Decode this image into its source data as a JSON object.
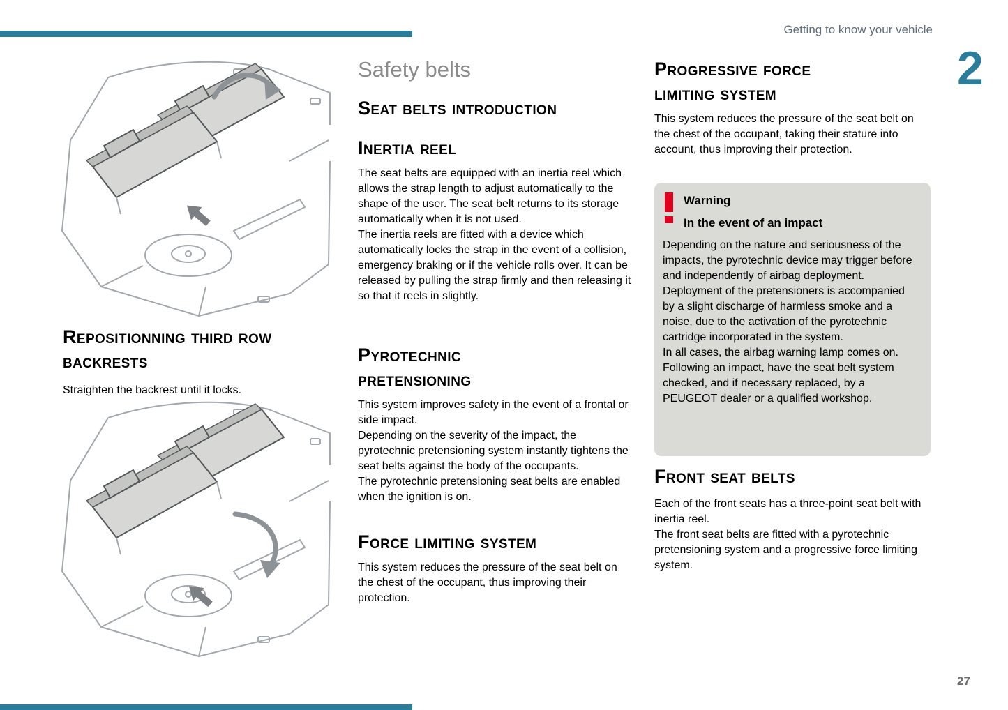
{
  "header": {
    "breadcrumb": "Getting to know your vehicle",
    "chapter_number": "2"
  },
  "footer": {
    "page_number": "27"
  },
  "colors": {
    "accent_teal": "#2b7e9b",
    "warning_red": "#e1001e",
    "warning_box_bg": "#dadad7",
    "title_gray": "#8b8b8b"
  },
  "left_column": {
    "illustration_1": "third-row-seats-fold-up-arrow-illustration",
    "illustration_2": "third-row-seats-fold-down-arrow-illustration",
    "heading_line1": "Repositionning third row",
    "heading_line2": "backrests",
    "caption": "Straighten the backrest until it locks."
  },
  "middle_column": {
    "title": "Safety belts",
    "intro_heading": "Seat belts introduction",
    "inertia": {
      "heading": "Inertia reel",
      "paragraphs": [
        "The seat belts are equipped with an inertia reel which allows the strap length to adjust automatically to the shape of the user. The seat belt returns to its storage automatically when it is not used.",
        "The inertia reels are fitted with a device which automatically locks the strap in the event of a collision, emergency braking or if the vehicle rolls over. It can be released by pulling the strap firmly and then releasing it so that it reels in slightly."
      ]
    },
    "pyrotechnic": {
      "heading_line1": "Pyrotechnic",
      "heading_line2": "pretensioning",
      "paragraphs": [
        "This system improves safety in the event of a frontal or side impact.",
        "Depending on the severity of the impact, the pyrotechnic pretensioning system instantly tightens the seat belts against the body of the occupants.",
        "The pyrotechnic pretensioning seat belts are enabled when the ignition is on."
      ]
    },
    "force_limiting": {
      "heading": "Force limiting system",
      "paragraphs": [
        "This system reduces the pressure of the seat belt on the chest of the occupant, thus improving their protection."
      ]
    }
  },
  "right_column": {
    "progressive": {
      "heading_line1": "Progressive force",
      "heading_line2": "limiting system",
      "paragraphs": [
        "This system reduces the pressure of the seat belt on the chest of the occupant, taking their stature into account, thus improving their protection."
      ]
    },
    "warning": {
      "icon": "warning-exclamation-icon",
      "title": "Warning",
      "subtitle": "In the event of an impact",
      "paragraphs": [
        "Depending on the nature and seriousness of the impacts, the pyrotechnic device may trigger before and independently of airbag deployment. Deployment of the pretensioners is accompanied by a slight discharge of harmless smoke and a noise, due to the activation of the pyrotechnic cartridge incorporated in the system.",
        "In all cases, the airbag warning lamp comes on.",
        "Following an impact, have the seat belt system checked, and if necessary replaced, by a PEUGEOT dealer or a qualified workshop."
      ]
    },
    "front_seat_belts": {
      "heading": "Front seat belts",
      "paragraphs": [
        "Each of the front seats has a three-point seat belt with inertia reel.",
        "The front seat belts are fitted with a pyrotechnic pretensioning system and a progressive force limiting system."
      ]
    }
  }
}
